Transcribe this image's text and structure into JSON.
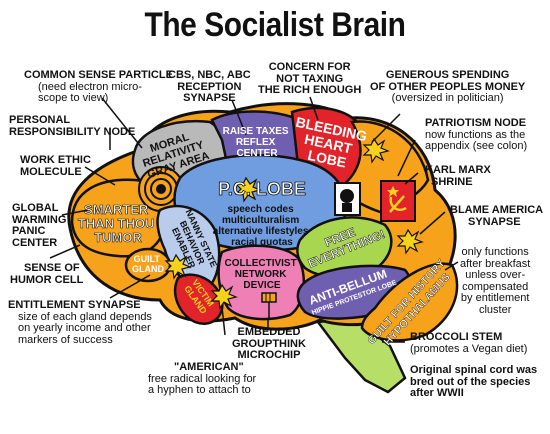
{
  "title": "The Socialist Brain",
  "lobes": {
    "pc_lobe": "P.C. LOBE",
    "pc_lines": [
      "speech codes",
      "multiculturalism",
      "alternative lifestyles",
      "racial quotas"
    ],
    "moral": [
      "MORAL",
      "RELATIVITY",
      "GRAY AREA"
    ],
    "raise_taxes": [
      "RAISE TAXES",
      "REFLEX",
      "CENTER"
    ],
    "bleeding_heart": [
      "BLEEDING",
      "HEART",
      "LOBE"
    ],
    "smarter": [
      "SMARTER",
      "THAN THOU",
      "TUMOR"
    ],
    "nanny": [
      "NANNY STATE",
      "BEHAVIOR",
      "ENABLER"
    ],
    "guilt_gland": [
      "GUILT",
      "GLAND"
    ],
    "victim_gland": [
      "VICTIM",
      "GLAND"
    ],
    "collectivist": [
      "COLLECTIVIST",
      "NETWORK",
      "DEVICE"
    ],
    "free_everything": [
      "FREE",
      "EVERYTHING!"
    ],
    "anti_bellum": [
      "ANTI-BELLUM",
      "HIPPIE PROTESTOR LOBE"
    ],
    "guilt_history": [
      "GUILT FOR HISTORY",
      "HYPOTHALAMUS"
    ]
  },
  "captions": {
    "common_sense": [
      "COMMON SENSE PARTICLE"
    ],
    "common_sense_sub": [
      "(need electron micro-",
      "scope to view)"
    ],
    "personal_resp": [
      "PERSONAL",
      "RESPONSIBILITY NODE"
    ],
    "work_ethic": [
      "WORK ETHIC",
      "MOLECULE"
    ],
    "global_warming": [
      "GLOBAL",
      "WARMING",
      "PANIC",
      "CENTER"
    ],
    "humor": [
      "SENSE OF",
      "HUMOR CELL"
    ],
    "entitlement": [
      "ENTITLEMENT SYNAPSE"
    ],
    "entitlement_sub": [
      "size of each gland depends",
      "on yearly income and other",
      "markers of success"
    ],
    "cbs": [
      "CBS, NBC, ABC",
      "RECEPTION",
      "SYNAPSE"
    ],
    "concern": [
      "CONCERN FOR",
      "NOT TAXING",
      "THE RICH ENOUGH"
    ],
    "generous": [
      "GENEROUS SPENDING",
      "OF OTHER PEOPLES MONEY"
    ],
    "generous_sub": [
      "(oversized in politician)"
    ],
    "patriotism": [
      "PATRIOTISM NODE"
    ],
    "patriotism_sub": [
      "now functions as the",
      "appendix (see colon)"
    ],
    "karl_marx": [
      "KARL MARX",
      "SHRINE"
    ],
    "blame_america": [
      "BLAME AMERICA",
      "SYNAPSE"
    ],
    "only_functions": [
      "only functions",
      "after breakfast",
      "unless over-",
      "compensated",
      "by entitlement",
      "cluster"
    ],
    "microchip": [
      "EMBEDDED",
      "GROUPTHINK",
      "MICROCHIP"
    ],
    "american": [
      "\"AMERICAN\""
    ],
    "american_sub": [
      "free radical looking for",
      "a hyphen to attach to"
    ],
    "broccoli": [
      "BROCCOLI STEM"
    ],
    "broccoli_sub": [
      "(promotes a Vegan diet)"
    ],
    "spinal": [
      "Original spinal cord was",
      "bred out of the species",
      "after WWII"
    ]
  },
  "colors": {
    "orange": "#f7a21b",
    "grey": "#b9b9b9",
    "purple": "#6f5fb0",
    "red": "#e2232a",
    "blue": "#6f9de0",
    "lightblue": "#b9ccec",
    "pink": "#ef80b5",
    "green": "#a8d64f",
    "stem": "#b7df67"
  }
}
